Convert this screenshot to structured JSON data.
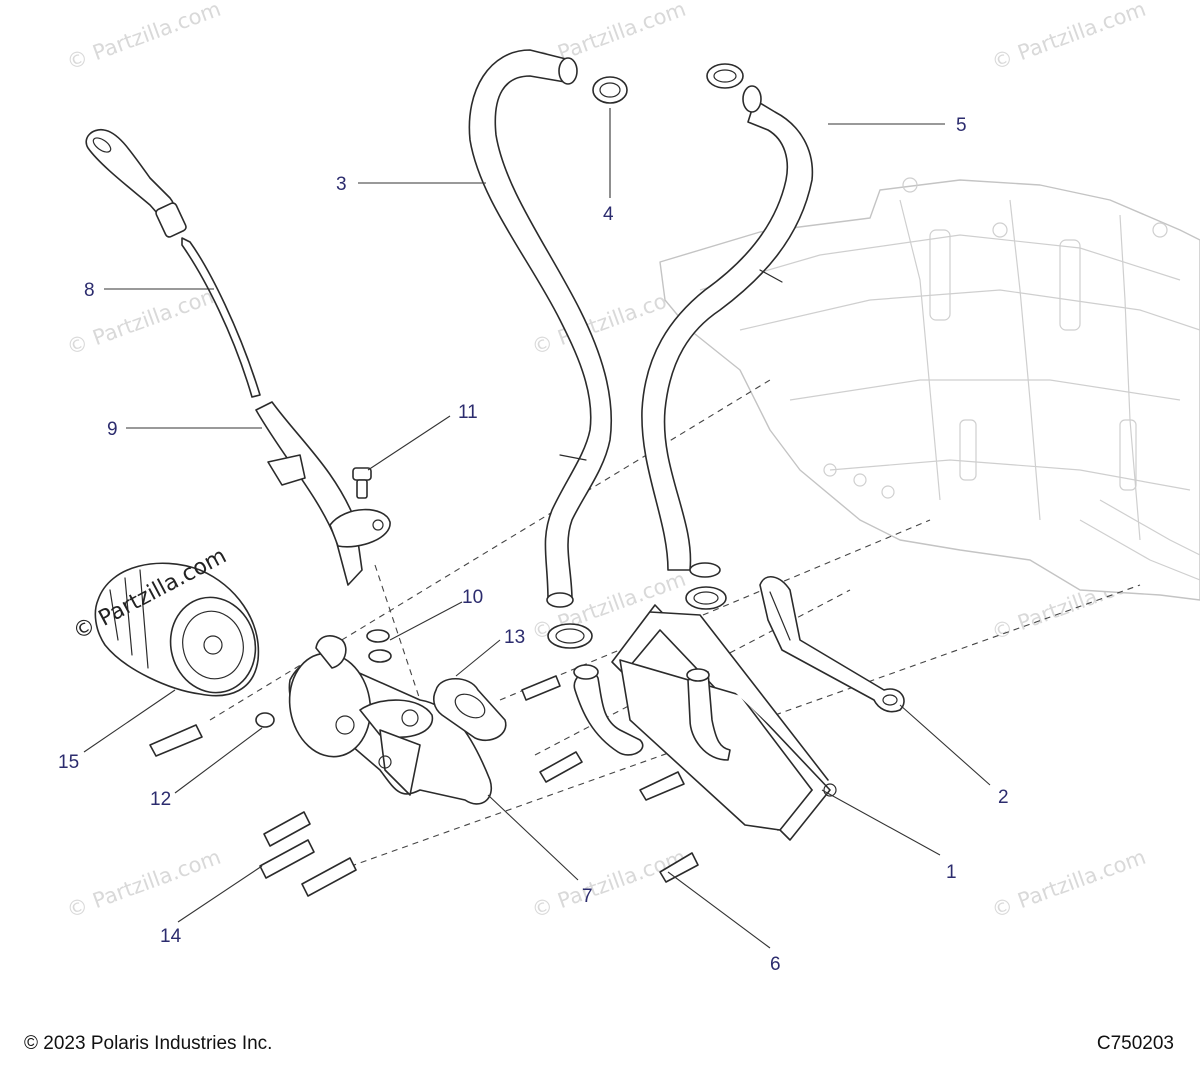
{
  "footer": {
    "copyright": "© 2023 Polaris Industries Inc.",
    "drawing_number": "C750203"
  },
  "stamp": "© Partzilla.com",
  "watermark": "© Partzilla.com",
  "callouts": [
    {
      "id": "1",
      "text": "1"
    },
    {
      "id": "2",
      "text": "2"
    },
    {
      "id": "3",
      "text": "3"
    },
    {
      "id": "4",
      "text": "4"
    },
    {
      "id": "5",
      "text": "5"
    },
    {
      "id": "6",
      "text": "6"
    },
    {
      "id": "7",
      "text": "7"
    },
    {
      "id": "8",
      "text": "8"
    },
    {
      "id": "9",
      "text": "9"
    },
    {
      "id": "10",
      "text": "10"
    },
    {
      "id": "11",
      "text": "11"
    },
    {
      "id": "12",
      "text": "12"
    },
    {
      "id": "13",
      "text": "13"
    },
    {
      "id": "14",
      "text": "14"
    },
    {
      "id": "15",
      "text": "15"
    }
  ],
  "colors": {
    "callout": "#2c2c6e",
    "line_art": "#2b2b2b",
    "engine_ghost": "#c4c4c4",
    "watermark": "#d9d9d9"
  }
}
